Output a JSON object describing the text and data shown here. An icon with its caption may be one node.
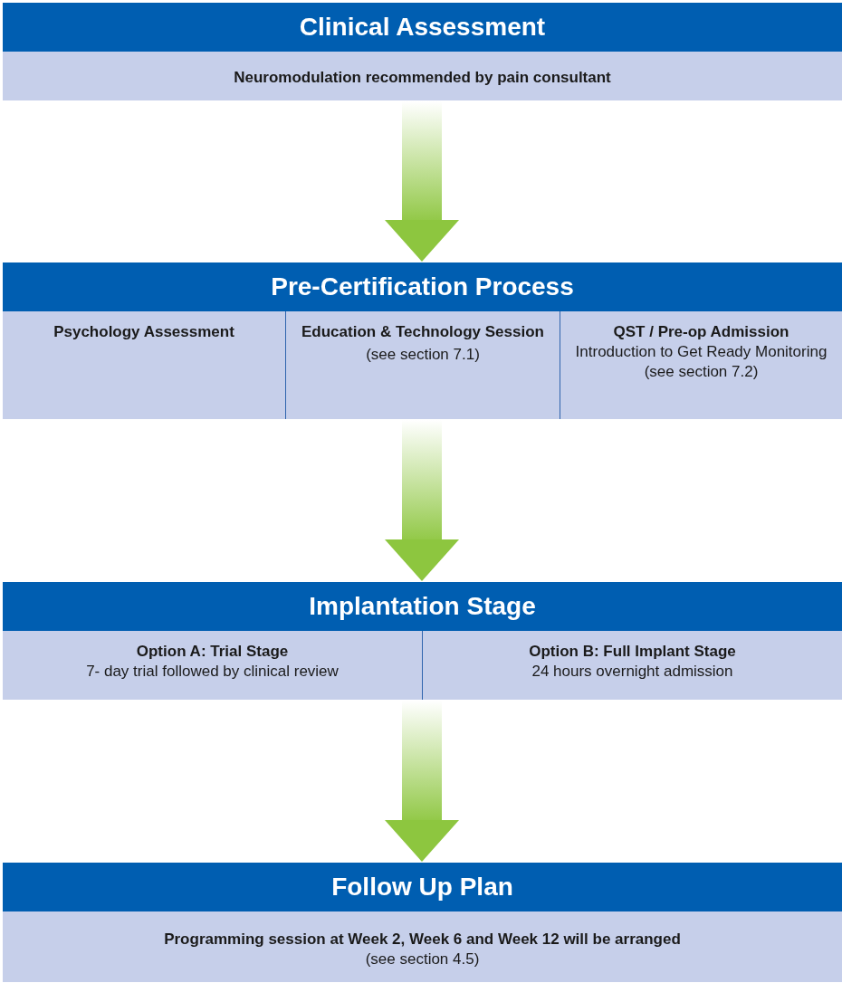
{
  "diagram": {
    "nodes": [
      {
        "text": [
          "Clinical Assessment",
          "Neuromodulation recommended by pain consultant"
        ]
      },
      {
        "text": [
          "Pre-Certification Process"
        ]
      },
      {
        "text": [
          "Psychology Assessment"
        ],
        "in": 1
      },
      {
        "text": [
          "Education & Technology Session",
          "(see section 7.1)"
        ],
        "in": 1
      },
      {
        "text": [
          "QST / Pre-op Admission",
          "Introduction to Get Ready Monitoring",
          "(see section 7.2)"
        ],
        "in": 1
      },
      {
        "text": [
          "Implantation Stage"
        ]
      },
      {
        "text": [
          "Option A: Trial Stage",
          "7- day trial followed by clinical review"
        ],
        "in": 5
      },
      {
        "text": [
          "Option B: Full Implant Stage",
          "24 hours overnight admission"
        ],
        "in": 5
      },
      {
        "text": [
          "Follow Up Plan",
          "Programming session at Week 2, Week 6 and Week 12 will be arranged",
          "(see section 4.5)"
        ]
      }
    ],
    "edges": [
      {
        "from": 0,
        "to": 1,
        "arrow": "to",
        "style": "thick"
      },
      {
        "from": 1,
        "to": 5,
        "arrow": "to",
        "style": "thick"
      },
      {
        "from": 5,
        "to": 8,
        "arrow": "to",
        "style": "thick"
      }
    ]
  }
}
